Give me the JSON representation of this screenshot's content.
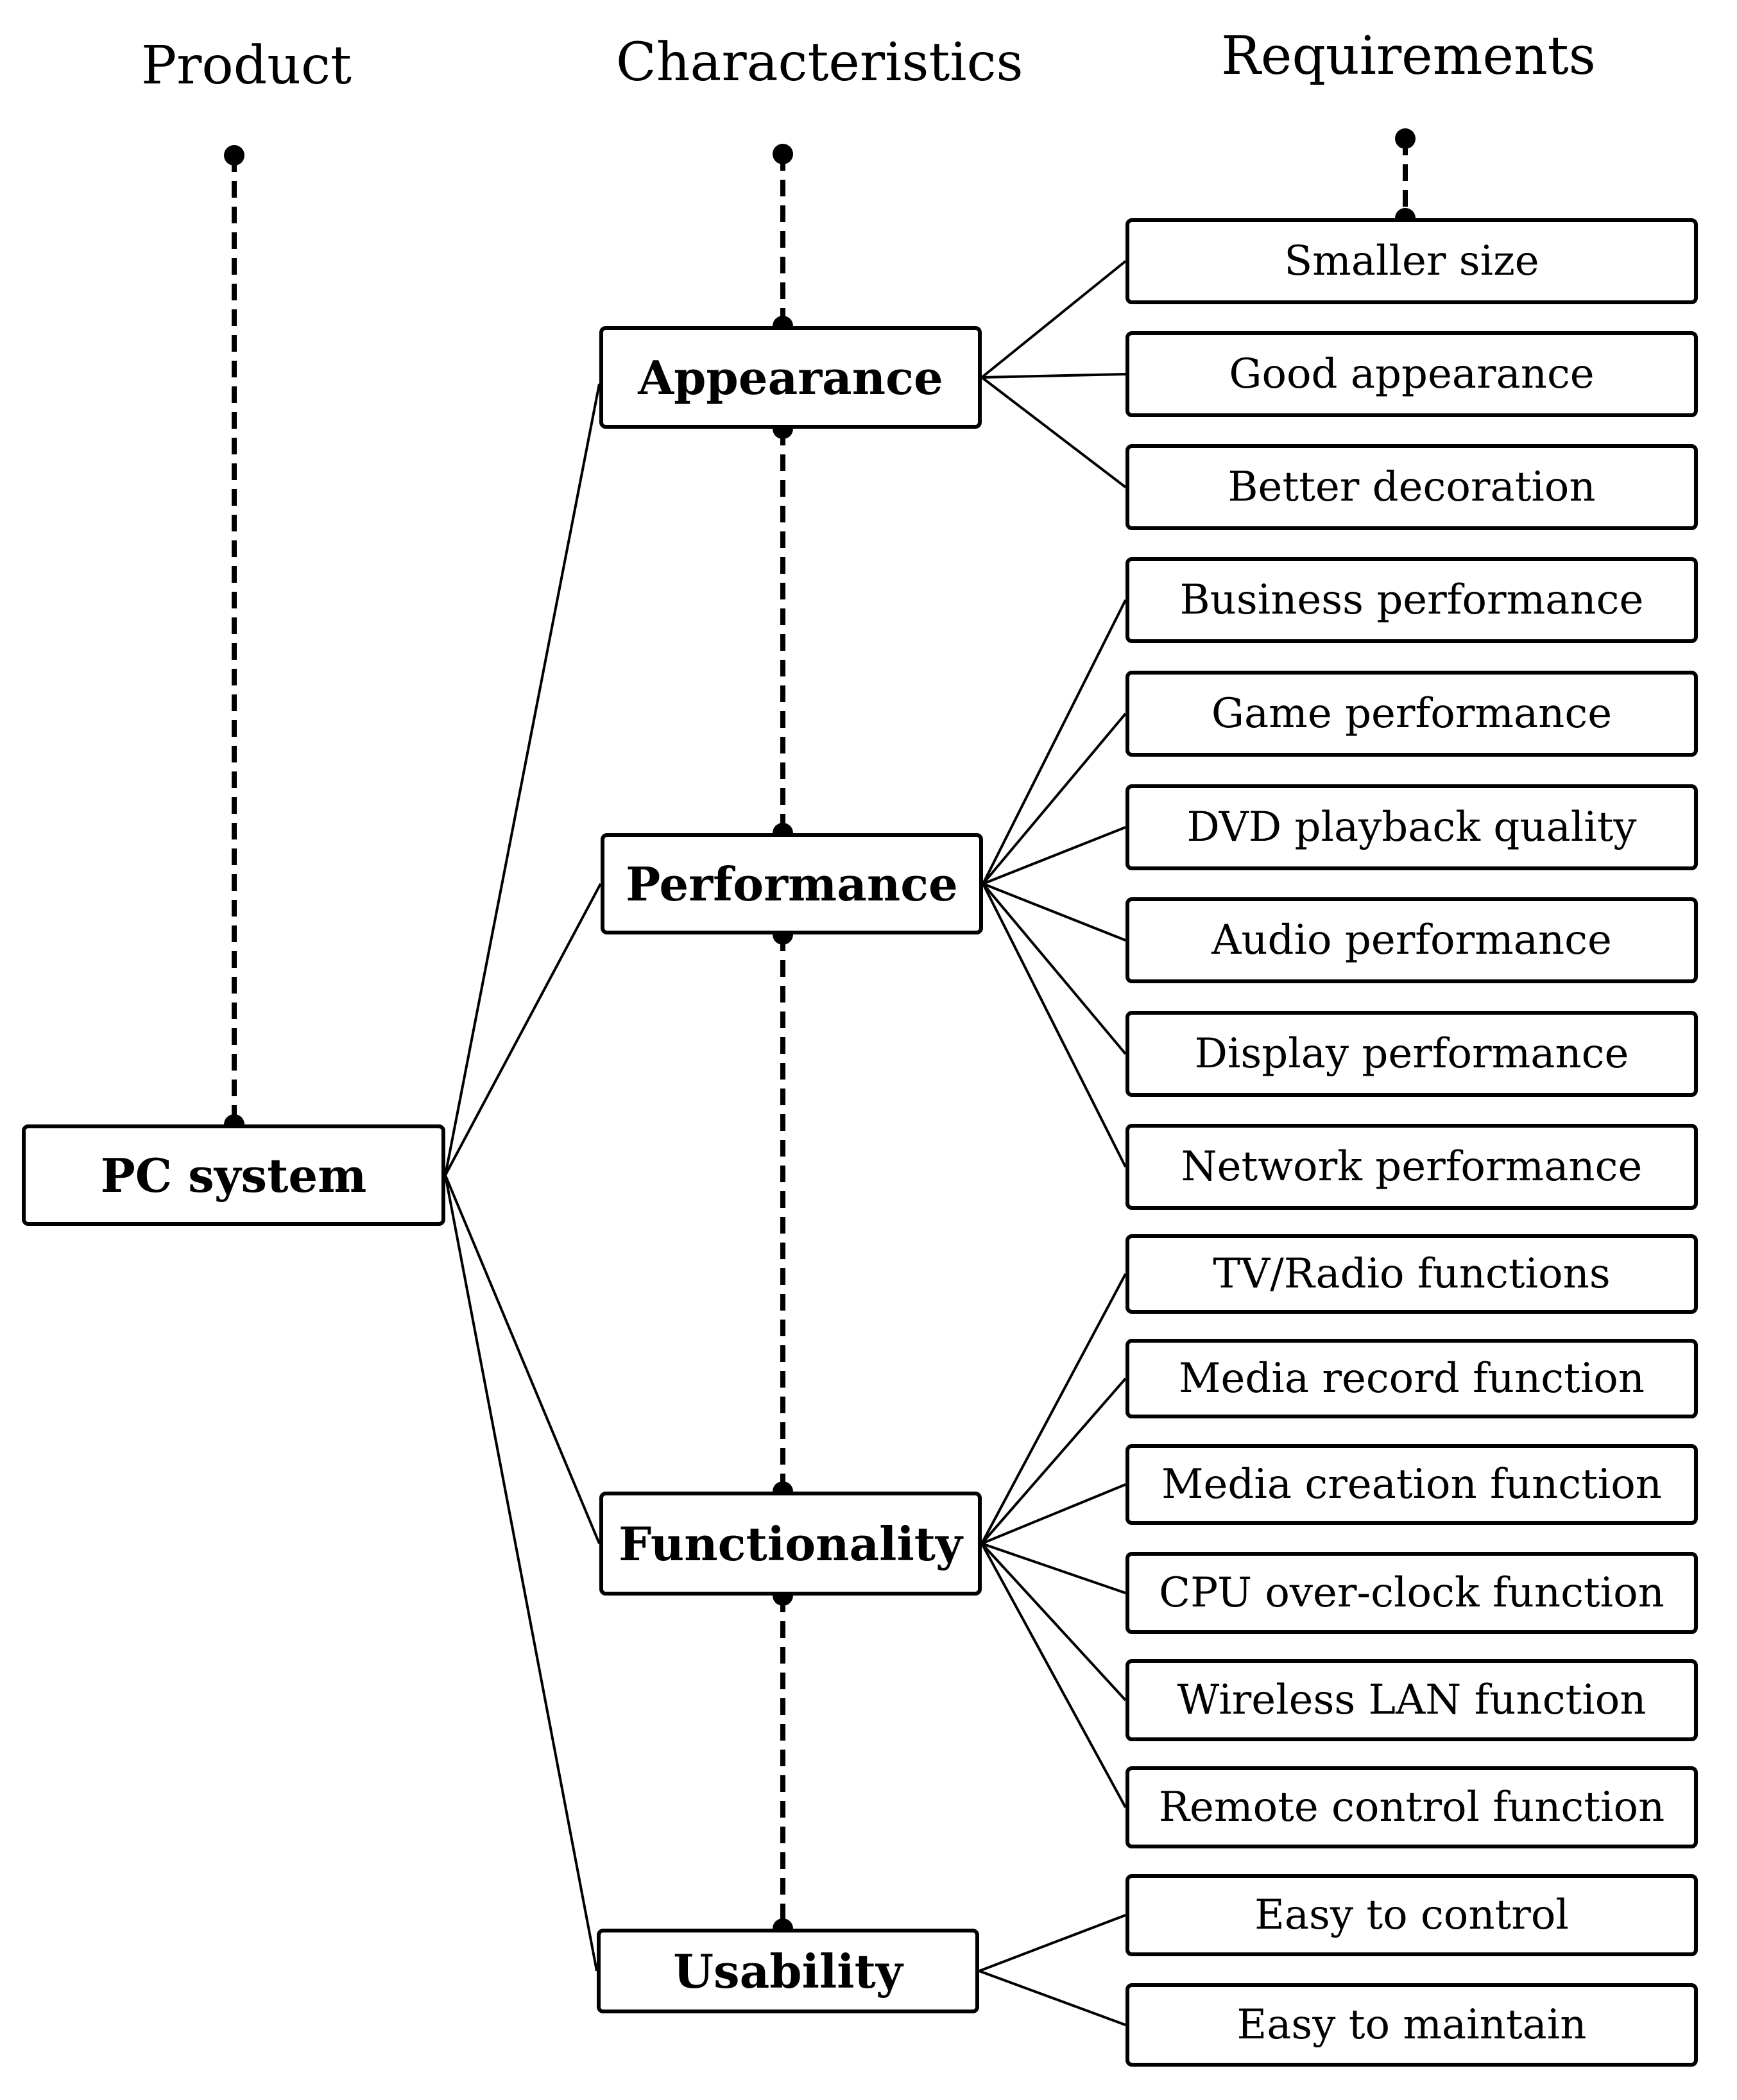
{
  "columns": {
    "product": "Product",
    "characteristics": "Characteristics",
    "requirements": "Requirements"
  },
  "product": {
    "label": "PC system"
  },
  "characteristics": [
    {
      "id": "appearance",
      "label": "Appearance"
    },
    {
      "id": "performance",
      "label": "Performance"
    },
    {
      "id": "functionality",
      "label": "Functionality"
    },
    {
      "id": "usability",
      "label": "Usability"
    }
  ],
  "requirements": [
    {
      "label": "Smaller size",
      "parent": "appearance"
    },
    {
      "label": "Good appearance",
      "parent": "appearance"
    },
    {
      "label": "Better decoration",
      "parent": "appearance"
    },
    {
      "label": "Business performance",
      "parent": "performance"
    },
    {
      "label": "Game performance",
      "parent": "performance"
    },
    {
      "label": "DVD playback quality",
      "parent": "performance"
    },
    {
      "label": "Audio performance",
      "parent": "performance"
    },
    {
      "label": "Display performance",
      "parent": "performance"
    },
    {
      "label": "Network performance",
      "parent": "performance"
    },
    {
      "label": "TV/Radio functions",
      "parent": "functionality"
    },
    {
      "label": "Media record function",
      "parent": "functionality"
    },
    {
      "label": "Media creation function",
      "parent": "functionality"
    },
    {
      "label": "CPU over-clock function",
      "parent": "functionality"
    },
    {
      "label": "Wireless LAN function",
      "parent": "functionality"
    },
    {
      "label": "Remote control function",
      "parent": "functionality"
    },
    {
      "label": "Easy to control",
      "parent": "usability"
    },
    {
      "label": "Easy to maintain",
      "parent": "usability"
    }
  ]
}
